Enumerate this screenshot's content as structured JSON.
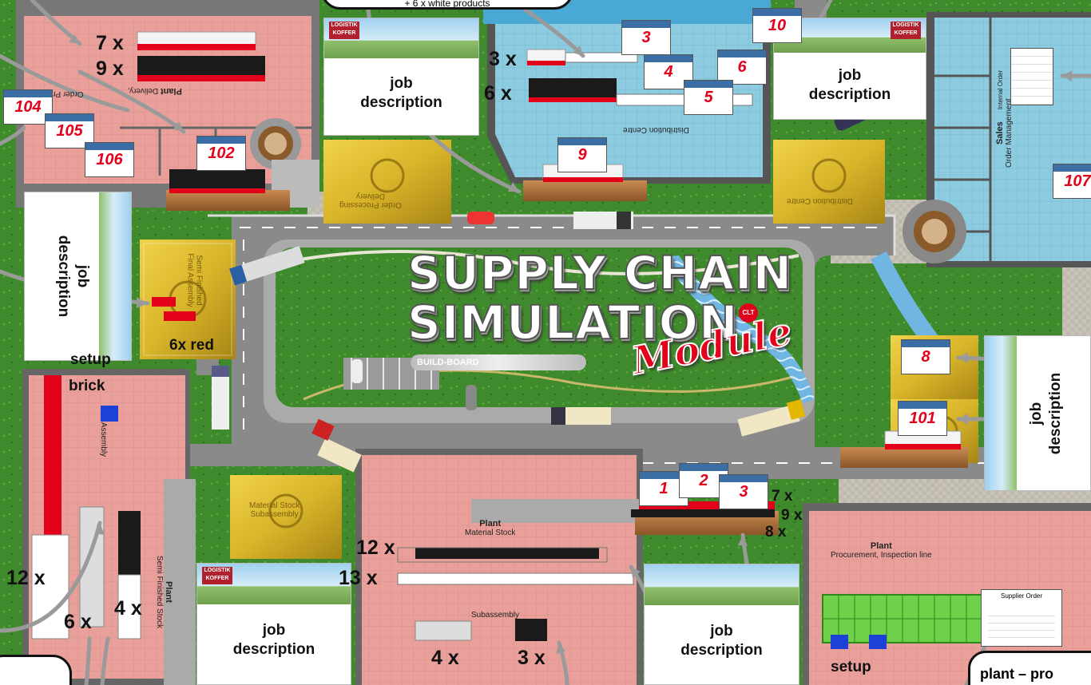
{
  "title": {
    "line1": "SUPPLY CHAIN",
    "line2": "SIMULATION",
    "module": "Module",
    "subtitle": "BUILD-BOARD",
    "badge": "CLT"
  },
  "bubbles": {
    "top_text": "+ 6 x white products",
    "bottom_right": "plant – pro"
  },
  "job_descriptions": [
    {
      "id": "a",
      "text": "job\ndescription",
      "logo": "LOGISTIK\nKOFFER"
    },
    {
      "id": "b",
      "text": "job\ndescription",
      "logo": "LOGISTIK\nKOFFER"
    },
    {
      "id": "c",
      "text": "job\ndescription",
      "logo": ""
    },
    {
      "id": "d",
      "text": "job\ndescription",
      "logo": "LOGISTIK\nKOFFER"
    },
    {
      "id": "e",
      "text": "job\ndescription",
      "logo": ""
    },
    {
      "id": "f",
      "text": "job\ndescription",
      "logo": ""
    }
  ],
  "order_cards": [
    "3",
    "10",
    "4",
    "6",
    "5",
    "9",
    "104",
    "105",
    "106",
    "102",
    "107",
    "8",
    "101",
    "1",
    "2",
    "3"
  ],
  "quantity_labels": {
    "q7_top": "7 x",
    "q9_top": "9 x",
    "q3_dist": "3 x",
    "q6_dist": "6 x",
    "red6": "6x red",
    "q12_left": "12 x",
    "q6_left": "6 x",
    "q4_left": "4 x",
    "q12_mat": "12 x",
    "q13_mat": "13 x",
    "q4_sub": "4 x",
    "q3_sub": "3 x",
    "q7_right": "7 x",
    "q9_right": "9 x",
    "q8_right": "8 x"
  },
  "setup_labels": {
    "left_1": "setup",
    "left_2": "brick",
    "bottom": "setup"
  },
  "plant_labels": {
    "delivery_1": "Plant",
    "delivery_2": "Delivery,",
    "delivery_3": "Order Process",
    "distribution": "Distribution Centre",
    "sales_1": "Sales",
    "sales_2": "Order Management",
    "internal_order": "Internal Order",
    "final_1": "Semi Finished",
    "final_2": "Final Assembly",
    "assembly": "Assembly",
    "semi_1": "Plant",
    "semi_2": "Semi Finished Stock",
    "material_stock_1": "Material Stock",
    "material_stock_2": "Subassembly",
    "mat_1": "Plant",
    "mat_2": "Material Stock",
    "subassembly": "Subassembly",
    "proc_1": "Plant",
    "proc_2": "Procurement, Inspection line",
    "supplier_order": "Supplier Order",
    "order_processing": "Order Processing",
    "delivery_box": "Delivery",
    "dist_box": "Distribution Centre"
  },
  "colors": {
    "grass": "#3f8a2c",
    "road": "#8a8a8a",
    "plant_floor": "#e9a09a",
    "distribution_floor": "#86c7dc",
    "box_gold": "#d8b52a",
    "product_red": "#e3001b",
    "product_black": "#1a1a1a"
  }
}
